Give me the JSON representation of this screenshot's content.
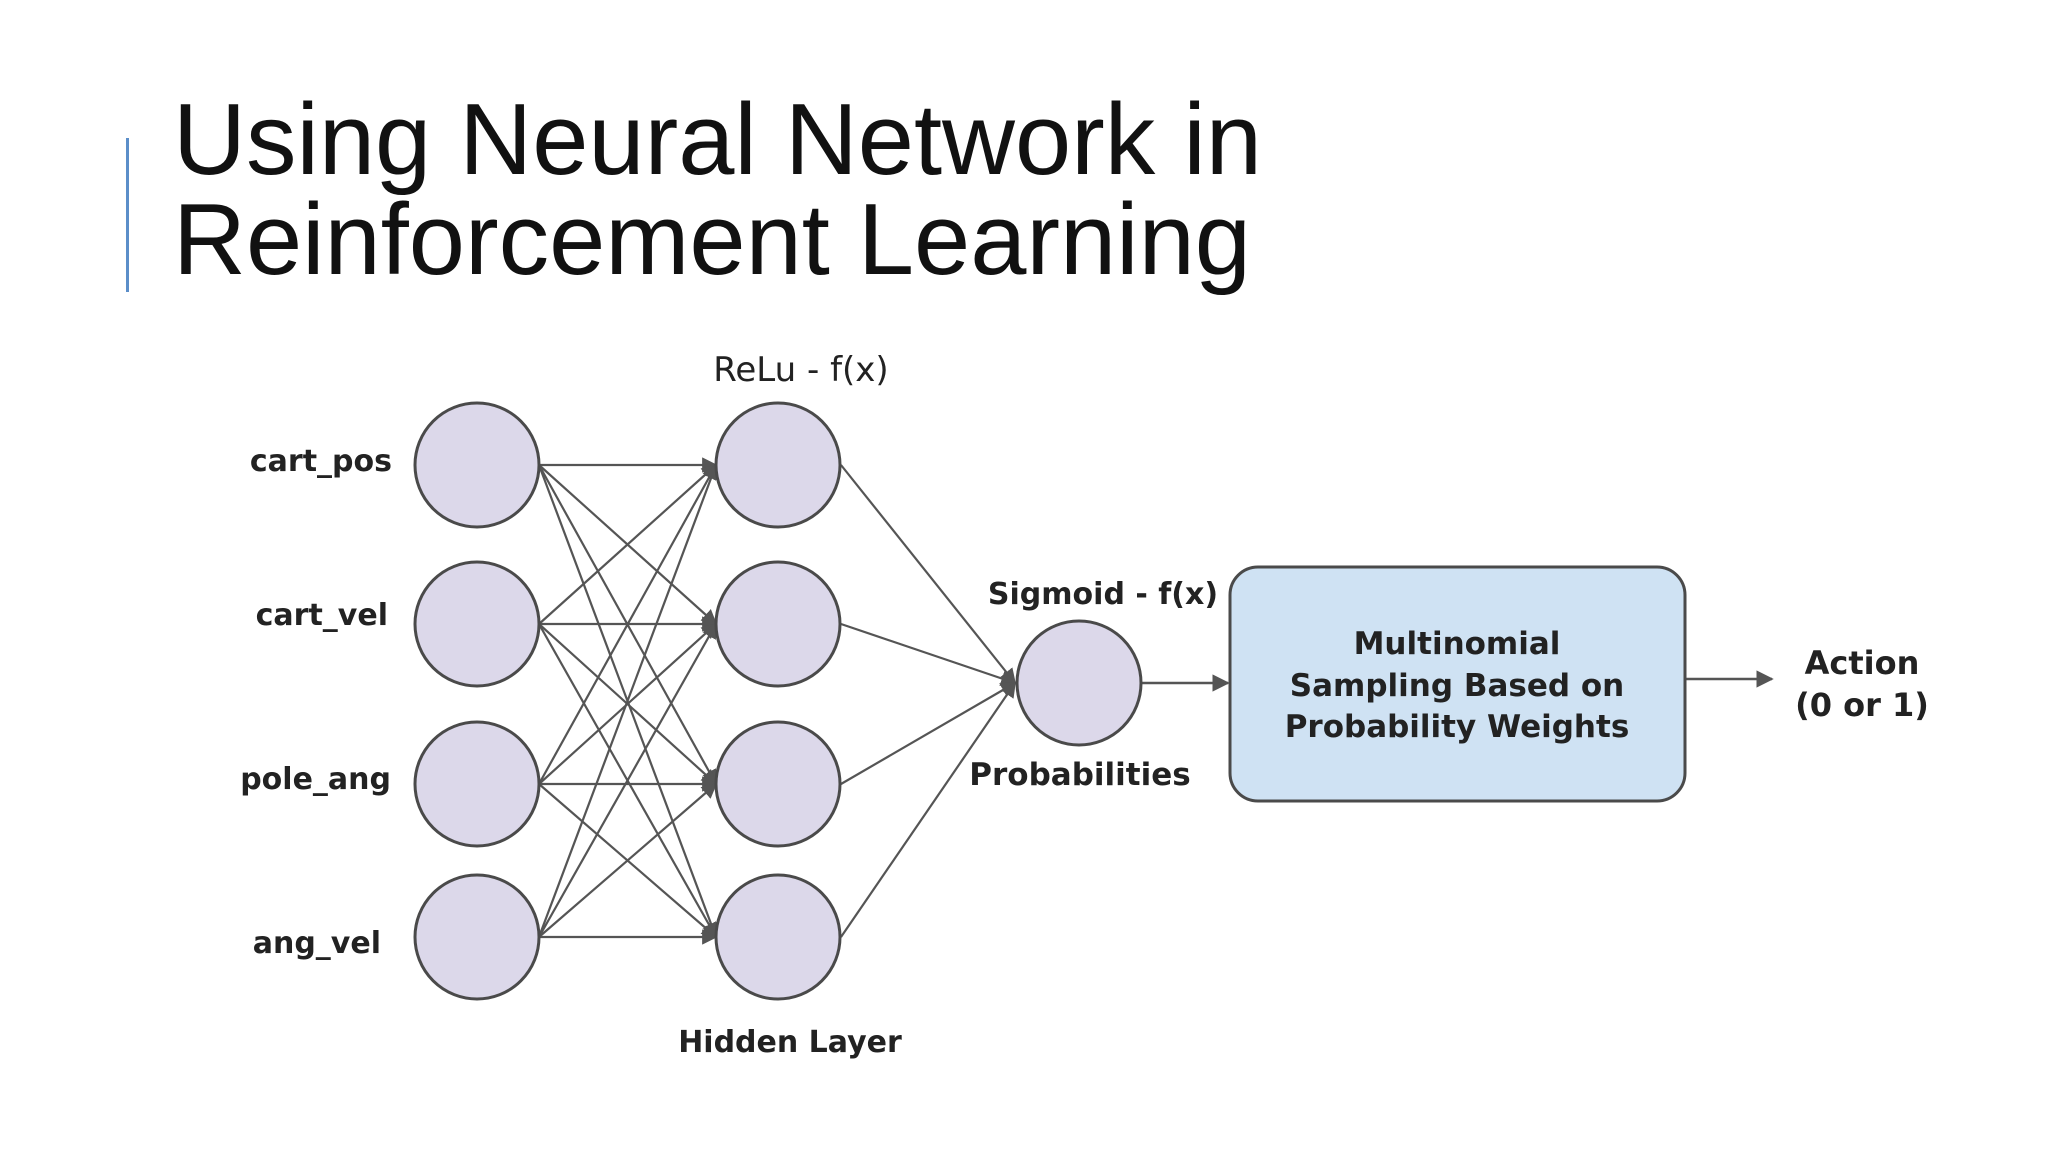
{
  "title": {
    "line1": "Using Neural Network in",
    "line2": "Reinforcement Learning"
  },
  "diagram": {
    "inputs": [
      "cart_pos",
      "cart_vel",
      "pole_ang",
      "ang_vel"
    ],
    "hidden_activation": "ReLu - f(x)",
    "hidden_label": "Hidden Layer",
    "output_activation": "Sigmoid - f(x)",
    "output_label": "Probabilities",
    "sampling_box": {
      "line1": "Multinomial",
      "line2": "Sampling Based on",
      "line3": "Probability Weights"
    },
    "action": {
      "line1": "Action",
      "line2": "(0 or 1)"
    },
    "colors": {
      "node_fill": "#dcd8ea",
      "node_stroke": "#4a4a4a",
      "edge": "#555555",
      "box_fill": "#cfe2f3",
      "accent": "#5b8ec9"
    }
  }
}
